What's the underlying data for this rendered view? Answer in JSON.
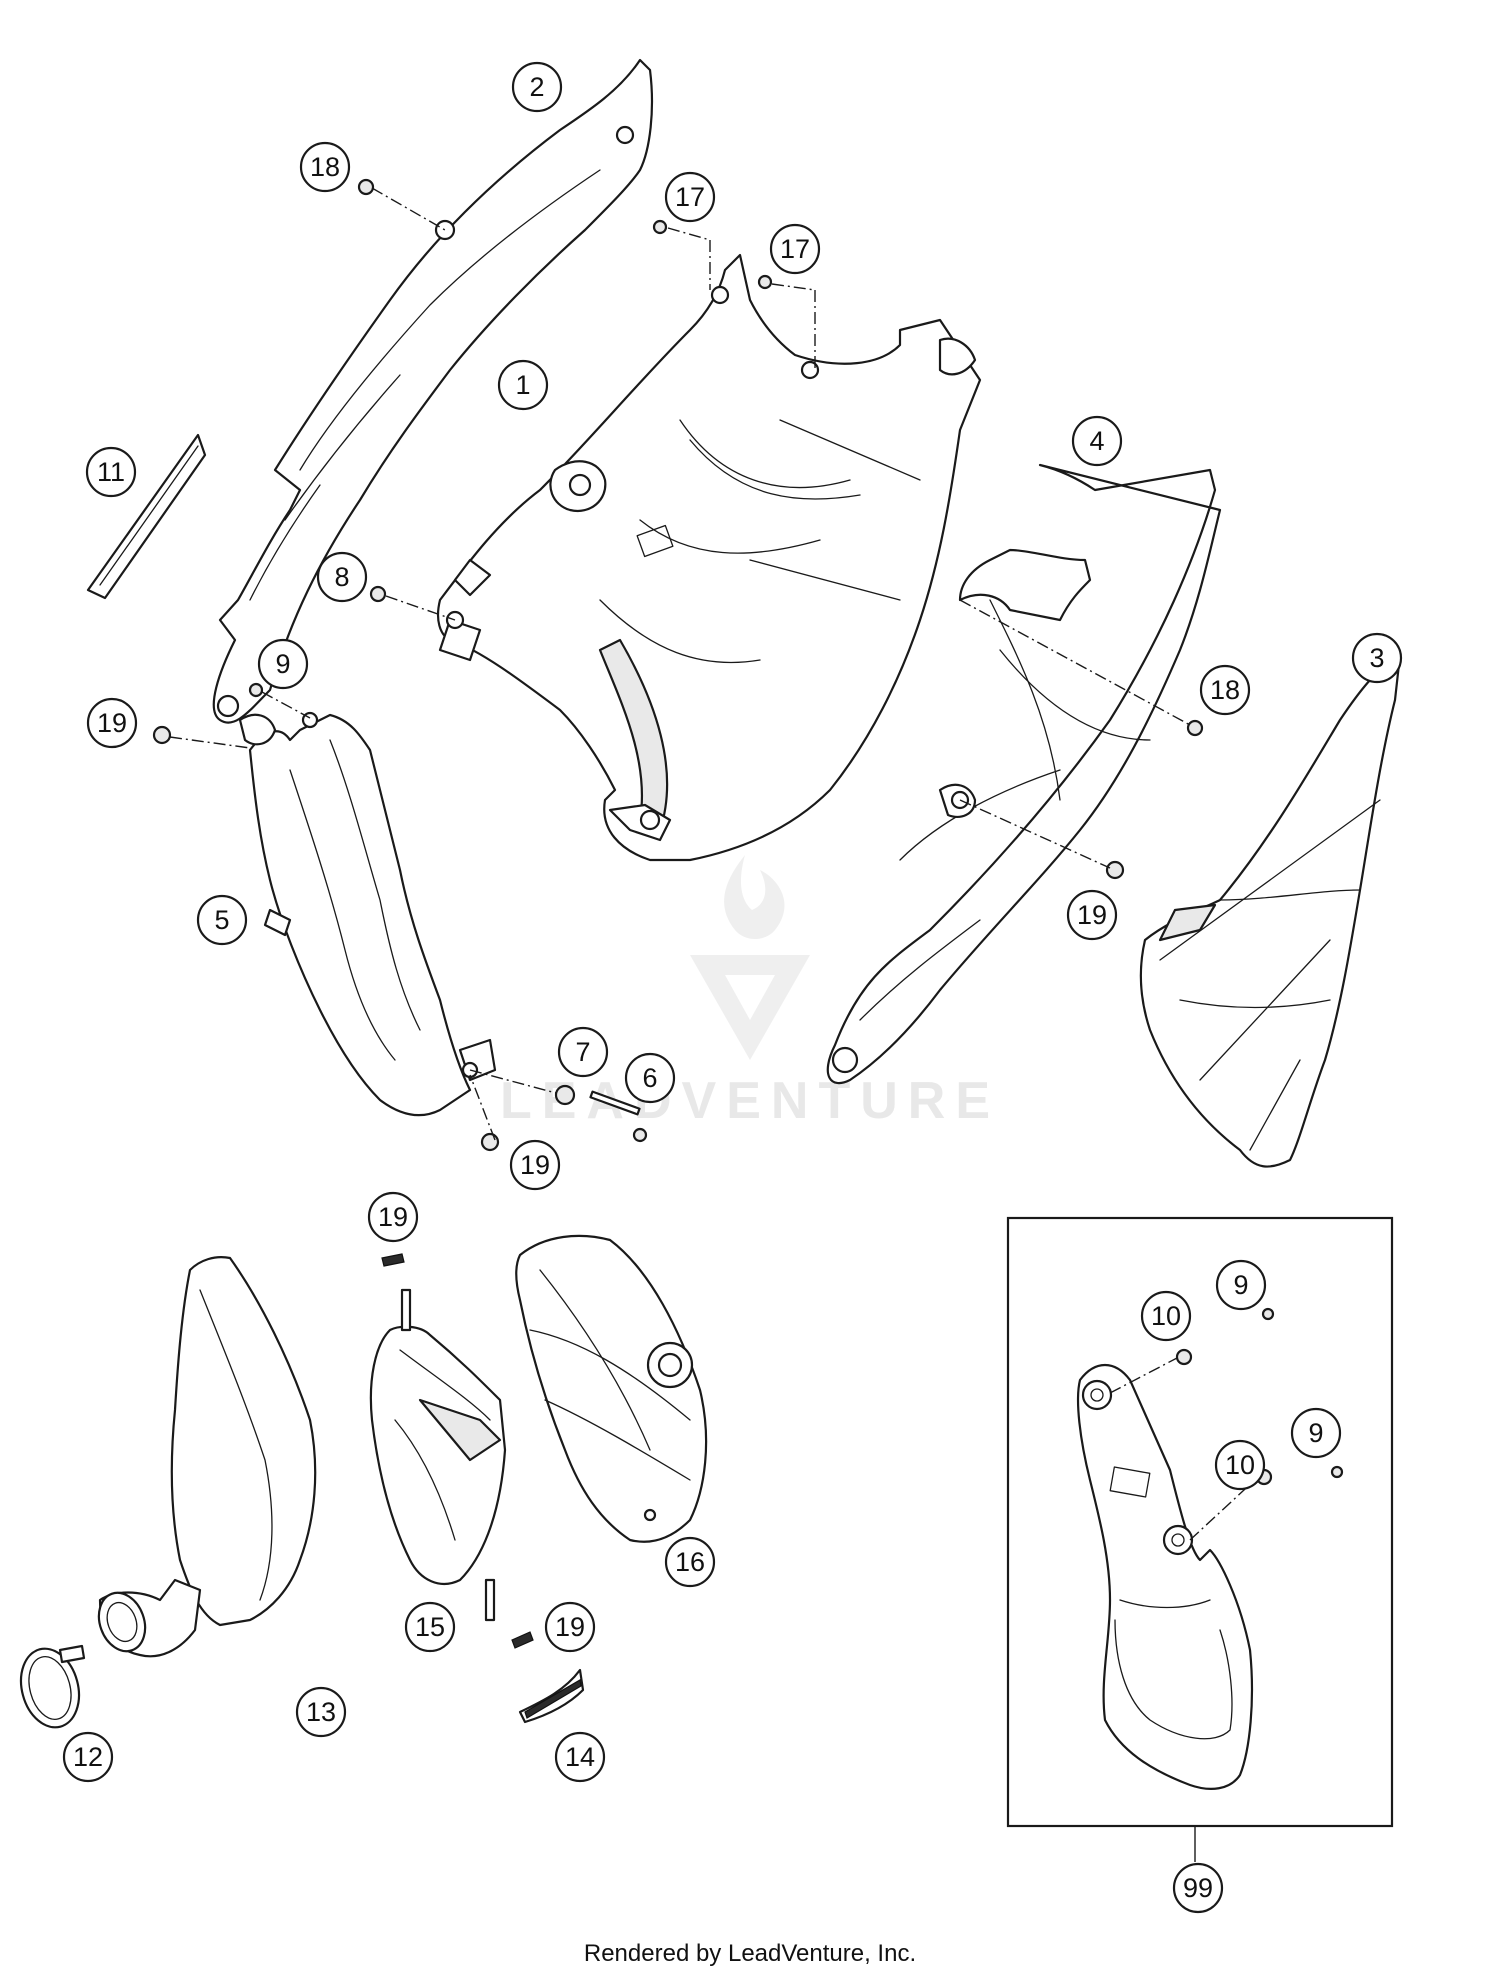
{
  "footer_credit": "Rendered by LeadVenture, Inc.",
  "watermark_text": "LEADVENTURE",
  "callouts": [
    {
      "key": "c1",
      "label": "1"
    },
    {
      "key": "c2",
      "label": "2"
    },
    {
      "key": "c3",
      "label": "3"
    },
    {
      "key": "c4",
      "label": "4"
    },
    {
      "key": "c5",
      "label": "5"
    },
    {
      "key": "c6",
      "label": "6"
    },
    {
      "key": "c7",
      "label": "7"
    },
    {
      "key": "c8",
      "label": "8"
    },
    {
      "key": "c9a",
      "label": "9"
    },
    {
      "key": "c9b",
      "label": "9"
    },
    {
      "key": "c9c",
      "label": "9"
    },
    {
      "key": "c10a",
      "label": "10"
    },
    {
      "key": "c10b",
      "label": "10"
    },
    {
      "key": "c11",
      "label": "11"
    },
    {
      "key": "c12",
      "label": "12"
    },
    {
      "key": "c13",
      "label": "13"
    },
    {
      "key": "c14",
      "label": "14"
    },
    {
      "key": "c15",
      "label": "15"
    },
    {
      "key": "c16",
      "label": "16"
    },
    {
      "key": "c17a",
      "label": "17"
    },
    {
      "key": "c17b",
      "label": "17"
    },
    {
      "key": "c18a",
      "label": "18"
    },
    {
      "key": "c18b",
      "label": "18"
    },
    {
      "key": "c19a",
      "label": "19"
    },
    {
      "key": "c19b",
      "label": "19"
    },
    {
      "key": "c19c",
      "label": "19"
    },
    {
      "key": "c19d",
      "label": "19"
    },
    {
      "key": "c19e",
      "label": "19"
    },
    {
      "key": "c99",
      "label": "99"
    }
  ]
}
